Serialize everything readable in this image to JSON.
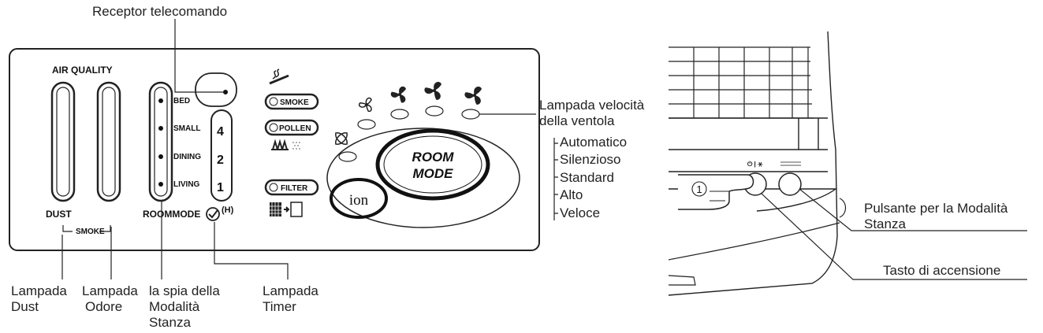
{
  "panel": {
    "air_quality": "AIR QUALITY",
    "dust": "DUST",
    "smoke": "SMOKE",
    "roommode_label": "ROOMMODE",
    "timer_h": "(H)",
    "rooms": [
      "BED",
      "SMALL",
      "DINING",
      "LIVING"
    ],
    "timer_numbers": [
      "4",
      "2",
      "1"
    ],
    "buttons": {
      "smoke": "SMOKE",
      "pollen": "POLLEN",
      "filter": "FILTER"
    },
    "room_mode": [
      "ROOM",
      "MODE"
    ],
    "ion": "ion"
  },
  "callouts": {
    "receptor": "Receptor telecomando",
    "fan_lamp": [
      "Lampada velocità",
      "della ventola"
    ],
    "fan_speeds": [
      "Automatico",
      "Silenzioso",
      "Standard",
      "Alto",
      "Veloce"
    ],
    "lampada_dust": [
      "Lampada",
      "Dust"
    ],
    "lampada_odore": [
      "Lampada",
      "Odore"
    ],
    "spia_modalita": [
      "la spia della",
      "Modalità",
      "Stanza"
    ],
    "lampada_timer": [
      "Lampada",
      "Timer"
    ],
    "room_mode_button": [
      "Pulsante per la Modalità",
      "Stanza"
    ],
    "power_button": "Tasto di accensione"
  },
  "device": {
    "finger_number": "1"
  }
}
